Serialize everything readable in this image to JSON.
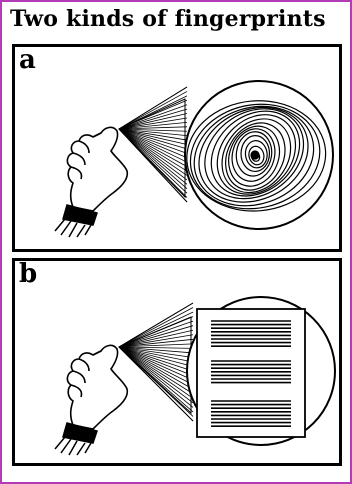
{
  "title": "Two kinds of fingerprints",
  "panels": [
    {
      "label": "a",
      "content": "fingerprint whorl"
    },
    {
      "label": "b",
      "content": "printed lines"
    }
  ],
  "colors": {
    "border": "#b23bb8",
    "ink": "#000000"
  }
}
